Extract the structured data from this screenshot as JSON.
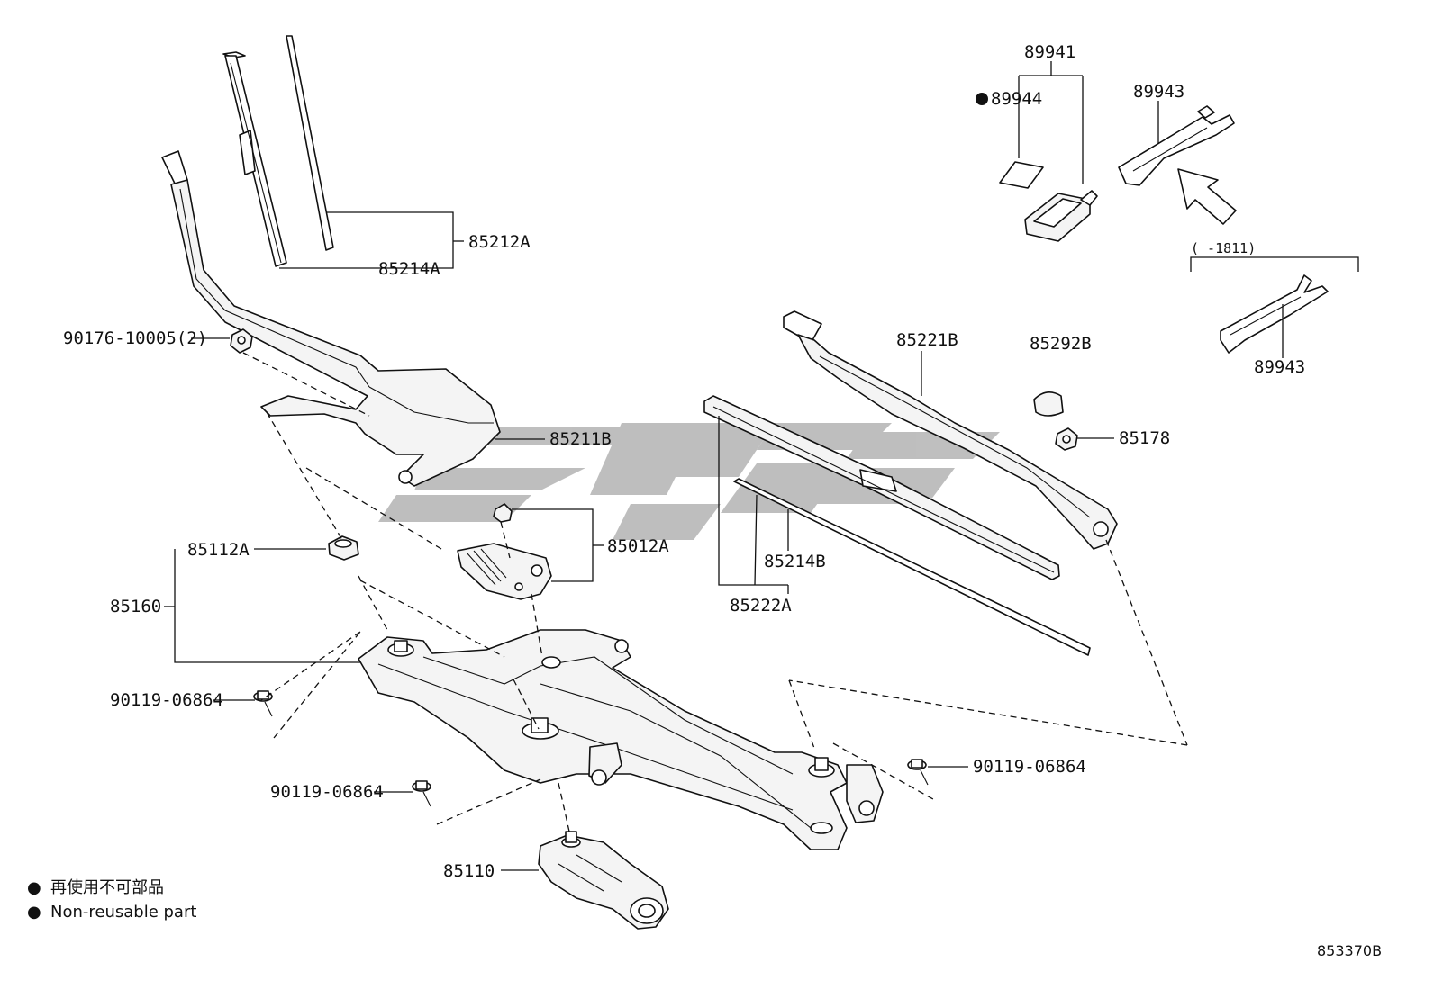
{
  "labels": {
    "p89941": "89941",
    "p89944": "89944",
    "p89943_top": "89943",
    "p89943_bottom": "89943",
    "range_note": "(    -1811)",
    "p85212A": "85212A",
    "p85214A": "85214A",
    "p90176": "90176-10005(2)",
    "p85211B": "85211B",
    "p85221B": "85221B",
    "p85292B": "85292B",
    "p85178": "85178",
    "p85012A": "85012A",
    "p85112A": "85112A",
    "p85160": "85160",
    "p85214B": "85214B",
    "p85222A": "85222A",
    "p90119_a": "90119-06864",
    "p90119_b": "90119-06864",
    "p90119_c": "90119-06864",
    "p85110": "85110"
  },
  "legend": {
    "marker_symbol": "●",
    "line1": "再使用不可部品",
    "line2": "Non-reusable part"
  },
  "figure_id": "853370B",
  "watermark_icon": "brand-watermark-logo"
}
